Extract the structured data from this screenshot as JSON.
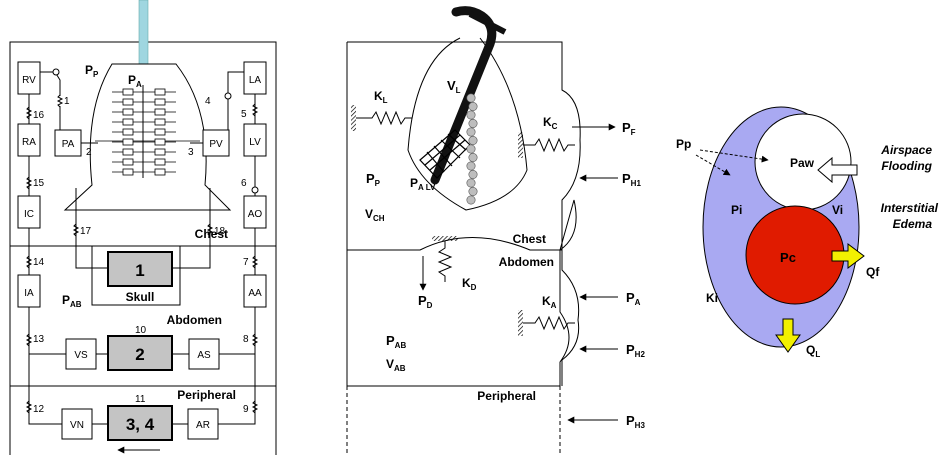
{
  "left_panel": {
    "chest_label": "Chest",
    "abdomen_label": "Abdomen",
    "peripheral_label": "Peripheral",
    "skull_label": "Skull",
    "pp_main": "P",
    "pp_sub": "P",
    "pa_main": "P",
    "pa_sub": "A",
    "pab_main": "P",
    "pab_sub": "AB",
    "boxes": {
      "rv": "RV",
      "la": "LA",
      "ra": "RA",
      "lv": "LV",
      "pa": "PA",
      "pv": "PV",
      "ic": "IC",
      "ao": "AO",
      "ia": "IA",
      "aa": "AA",
      "vs": "VS",
      "as": "AS",
      "vn": "VN",
      "ar": "AR"
    },
    "gray_boxes": {
      "skull_box": "1",
      "abdomen_box": "2",
      "peripheral_box": "3, 4"
    },
    "numbers": [
      "1",
      "16",
      "2",
      "4",
      "5",
      "3",
      "15",
      "6",
      "17",
      "18",
      "14",
      "7",
      "10",
      "13",
      "8",
      "11",
      "12",
      "9"
    ]
  },
  "middle_panel": {
    "chest_label": "Chest",
    "abdomen_label": "Abdomen",
    "peripheral_label": "Peripheral",
    "kl_main": "K",
    "kl_sub": "L",
    "vl_main": "V",
    "vl_sub": "L",
    "kc_main": "K",
    "kc_sub": "C",
    "pf_main": "P",
    "pf_sub": "F",
    "ph1_main": "P",
    "ph1_sub": "H1",
    "pp_main": "P",
    "pp_sub": "P",
    "palv_main": "P",
    "palv_sub": "A LV",
    "vch_main": "V",
    "vch_sub": "CH",
    "pd_main": "P",
    "pd_sub": "D",
    "kd_main": "K",
    "kd_sub": "D",
    "ka_main": "K",
    "ka_sub": "A",
    "pa_main": "P",
    "pa_sub": "A",
    "pab_main": "P",
    "pab_sub": "AB",
    "vab_main": "V",
    "vab_sub": "AB",
    "ph2_main": "P",
    "ph2_sub": "H2",
    "ph3_main": "P",
    "ph3_sub": "H3"
  },
  "right_panel": {
    "pp": "Pp",
    "paw": "Paw",
    "pi": "Pi",
    "vi": "Vi",
    "pc": "Pc",
    "qf": "Qf",
    "ki": "Ki",
    "ql_main": "Q",
    "ql_sub": "L",
    "airspace_flooding": [
      "Airspace",
      "Flooding"
    ],
    "interstitial_edema": [
      "Interstitial",
      "Edema"
    ]
  },
  "colors": {
    "ellipse_fill": "#a9a9f2",
    "capillary_red": "#e01b00",
    "arrow_yellow": "#f2f000",
    "gray_box": "#c4c4c4",
    "tube_cyan": "#9fd6e0",
    "alveoli_gray": "#bdbdbd"
  }
}
